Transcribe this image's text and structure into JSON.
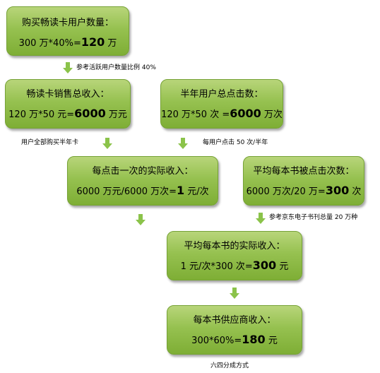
{
  "boxes": {
    "buyers": {
      "title": "购买畅读卡用户数量：",
      "pre": "300 万*40%=",
      "result": "120",
      "unit": " 万"
    },
    "card_sales": {
      "title": "畅读卡销售总收入：",
      "pre": "120 万*50 元=",
      "result": "6000",
      "unit": " 万元"
    },
    "half_year_clicks": {
      "title": "半年用户总点击数：",
      "pre": "120 万*50 次 =",
      "result": "6000",
      "unit": " 万次"
    },
    "per_click_income": {
      "title": "每点击一次的实际收入：",
      "pre": "6000 万元/6000 万次=",
      "result": "1",
      "unit": " 元/次"
    },
    "clicks_per_book": {
      "title": "平均每本书被点击次数：",
      "pre": "6000 万次/20 万=",
      "result": "300",
      "unit": " 次"
    },
    "income_per_book": {
      "title": "平均每本书的实际收入：",
      "pre": "1 元/次*300 次=",
      "result": "300",
      "unit": " 元"
    },
    "supplier_income": {
      "title": "每本书供应商收入：",
      "pre": "300*60%=",
      "result": "180",
      "unit": " 元"
    }
  },
  "notes": {
    "active_ratio": "参考活跃用户数量比例 40%",
    "all_buy": "用户全部购买半年卡",
    "clicks_per_half_year": "每用户点击 50 次/半年",
    "jd_reference": "参考京东电子书刊总量 20 万种",
    "split": "六四分成方式"
  },
  "colors": {
    "box_top": "#b8d57a",
    "box_bottom": "#7eae35",
    "arrow": "#8bc34a"
  }
}
